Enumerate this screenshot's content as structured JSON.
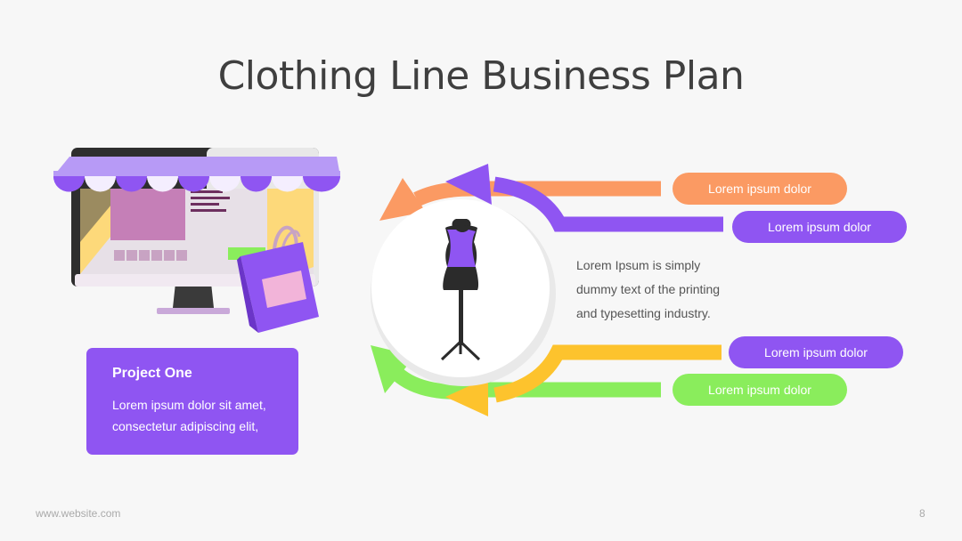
{
  "slide": {
    "title": "Clothing Line Business Plan",
    "labels": [
      {
        "text": "Lorem ipsum dolor",
        "color": "#fb9a63"
      },
      {
        "text": "Lorem ipsum dolor",
        "color": "#8f55f2"
      },
      {
        "text": "Lorem ipsum dolor",
        "color": "#8f55f2"
      },
      {
        "text": "Lorem ipsum dolor",
        "color": "#8aed5c"
      }
    ],
    "description": {
      "line1": "Lorem Ipsum is simply",
      "line2": "dummy text of the printing",
      "line3": "and typesetting industry."
    },
    "project": {
      "title": "Project One",
      "line1": "Lorem ipsum dolor sit amet,",
      "line2": "consectetur adipiscing elit,"
    },
    "footer": {
      "website": "www.website.com",
      "page_number": "8"
    },
    "colors": {
      "purple": "#8f55f2",
      "orange": "#fb9a63",
      "yellow": "#fdc32d",
      "green": "#8aed5c",
      "background": "#f7f7f7",
      "title": "#3f3f3f"
    },
    "icons": [
      "storefront-monitor-icon",
      "shopping-bag-icon",
      "dress-mannequin-icon",
      "circular-arrow-icon"
    ]
  }
}
